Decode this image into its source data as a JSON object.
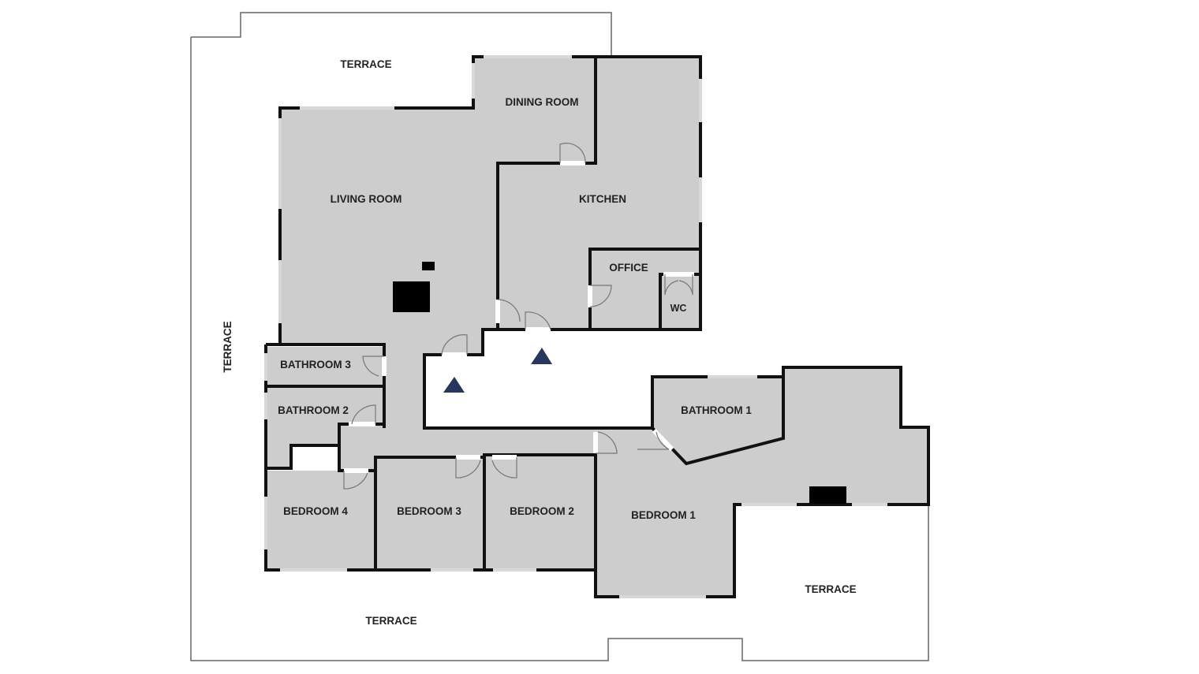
{
  "floorplan": {
    "rooms": {
      "terrace_top": "TERRACE",
      "terrace_left": "TERRACE",
      "terrace_bottom": "TERRACE",
      "terrace_right": "TERRACE",
      "dining_room": "DINING ROOM",
      "living_room": "LIVING ROOM",
      "kitchen": "KITCHEN",
      "office": "OFFICE",
      "wc": "WC",
      "bathroom_3": "BATHROOM 3",
      "bathroom_2": "BATHROOM 2",
      "bathroom_1": "BATHROOM 1",
      "bedroom_4": "BEDROOM 4",
      "bedroom_3": "BEDROOM 3",
      "bedroom_2": "BEDROOM 2",
      "bedroom_1": "BEDROOM 1"
    },
    "colors": {
      "room_fill": "#cdcdcd",
      "wall": "#111111",
      "marker": "#27365c"
    }
  }
}
